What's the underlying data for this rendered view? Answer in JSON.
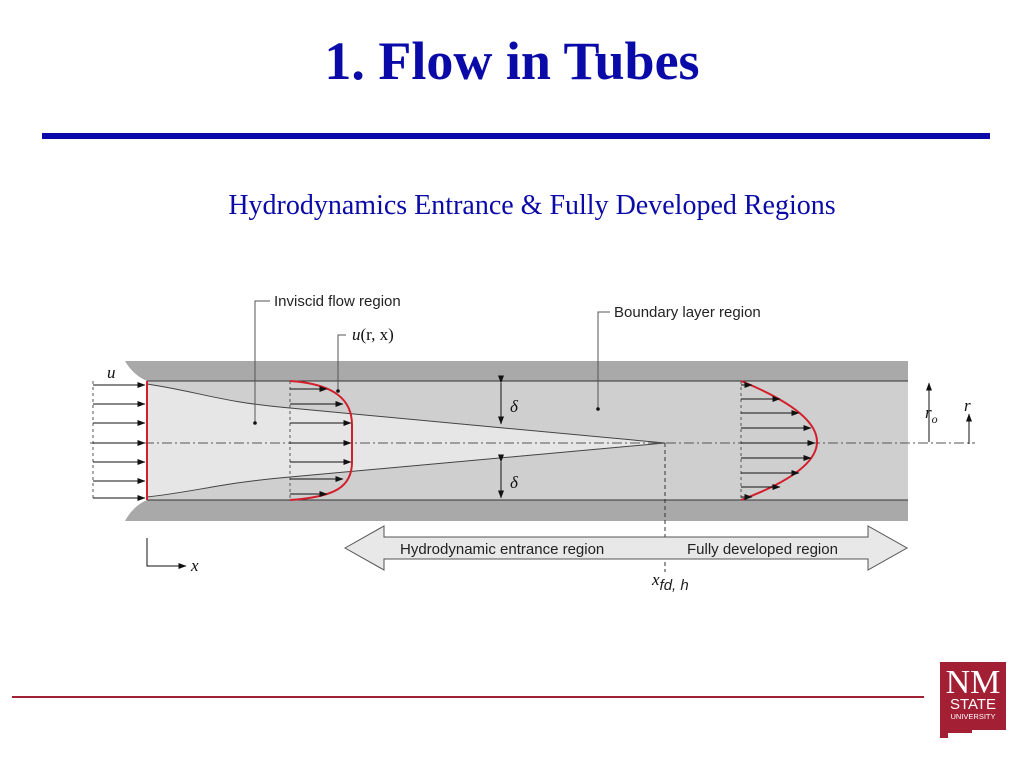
{
  "slide": {
    "title": "1. Flow in Tubes",
    "subtitle": "Hydrodynamics Entrance & Fully Developed Regions"
  },
  "diagram": {
    "labels": {
      "inviscid": "Inviscid flow region",
      "boundary": "Boundary layer region",
      "u_rx_u": "u",
      "u_rx_args": "(r, x)",
      "u": "u",
      "delta_top": "δ",
      "delta_bottom": "δ",
      "ro_r": "r",
      "ro_o": "o",
      "r": "r",
      "x": "x",
      "entrance": "Hydrodynamic entrance region",
      "developed": "Fully developed region",
      "xfd_x": "x",
      "xfd_sub": "fd, h"
    }
  },
  "logo": {
    "line1": "NM",
    "line2": "STATE",
    "line3": "UNIVERSITY",
    "color": "#a31f34"
  },
  "colors": {
    "title": "#0a0aa8",
    "wall": "#a9a9a9",
    "boundary_layer": "#cfcfcf",
    "core": "#e6e6e6",
    "profile": "#d21f2b",
    "rule_bottom": "#a31f34"
  }
}
